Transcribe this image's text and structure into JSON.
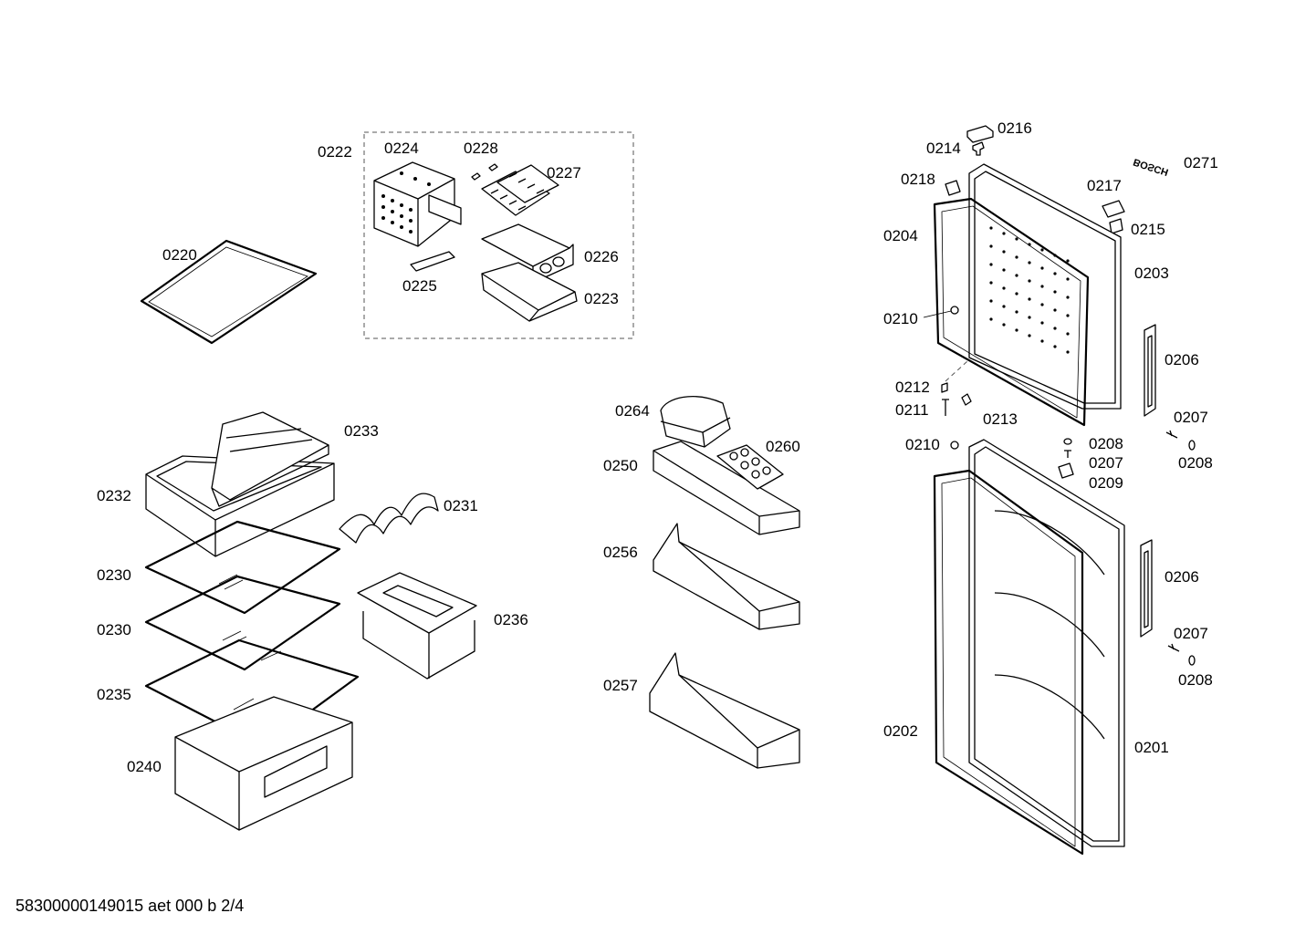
{
  "labels": [
    {
      "id": "0222",
      "text": "0222"
    },
    {
      "id": "0224",
      "text": "0224"
    },
    {
      "id": "0228",
      "text": "0228"
    },
    {
      "id": "0227",
      "text": "0227"
    },
    {
      "id": "0220",
      "text": "0220"
    },
    {
      "id": "0226",
      "text": "0226"
    },
    {
      "id": "0225",
      "text": "0225"
    },
    {
      "id": "0223",
      "text": "0223"
    },
    {
      "id": "0233",
      "text": "0233"
    },
    {
      "id": "0232",
      "text": "0232"
    },
    {
      "id": "0231",
      "text": "0231"
    },
    {
      "id": "0230a",
      "text": "0230"
    },
    {
      "id": "0230b",
      "text": "0230"
    },
    {
      "id": "0236",
      "text": "0236"
    },
    {
      "id": "0235",
      "text": "0235"
    },
    {
      "id": "0240",
      "text": "0240"
    },
    {
      "id": "0264",
      "text": "0264"
    },
    {
      "id": "0260",
      "text": "0260"
    },
    {
      "id": "0250",
      "text": "0250"
    },
    {
      "id": "0256",
      "text": "0256"
    },
    {
      "id": "0257",
      "text": "0257"
    },
    {
      "id": "0216",
      "text": "0216"
    },
    {
      "id": "0214",
      "text": "0214"
    },
    {
      "id": "0271",
      "text": "0271"
    },
    {
      "id": "0218",
      "text": "0218"
    },
    {
      "id": "0217",
      "text": "0217"
    },
    {
      "id": "0215",
      "text": "0215"
    },
    {
      "id": "0204",
      "text": "0204"
    },
    {
      "id": "0203",
      "text": "0203"
    },
    {
      "id": "0210a",
      "text": "0210"
    },
    {
      "id": "0206a",
      "text": "0206"
    },
    {
      "id": "0212",
      "text": "0212"
    },
    {
      "id": "0211",
      "text": "0211"
    },
    {
      "id": "0213",
      "text": "0213"
    },
    {
      "id": "0207a",
      "text": "0207"
    },
    {
      "id": "0210b",
      "text": "0210"
    },
    {
      "id": "0208a",
      "text": "0208"
    },
    {
      "id": "0207b",
      "text": "0207"
    },
    {
      "id": "0209",
      "text": "0209"
    },
    {
      "id": "0208b",
      "text": "0208"
    },
    {
      "id": "0206b",
      "text": "0206"
    },
    {
      "id": "0207c",
      "text": "0207"
    },
    {
      "id": "0208c",
      "text": "0208"
    },
    {
      "id": "0202",
      "text": "0202"
    },
    {
      "id": "0201",
      "text": "0201"
    }
  ],
  "logo_text": "BOSCH",
  "footer": "58300000149015 aet 000 b 2/4"
}
